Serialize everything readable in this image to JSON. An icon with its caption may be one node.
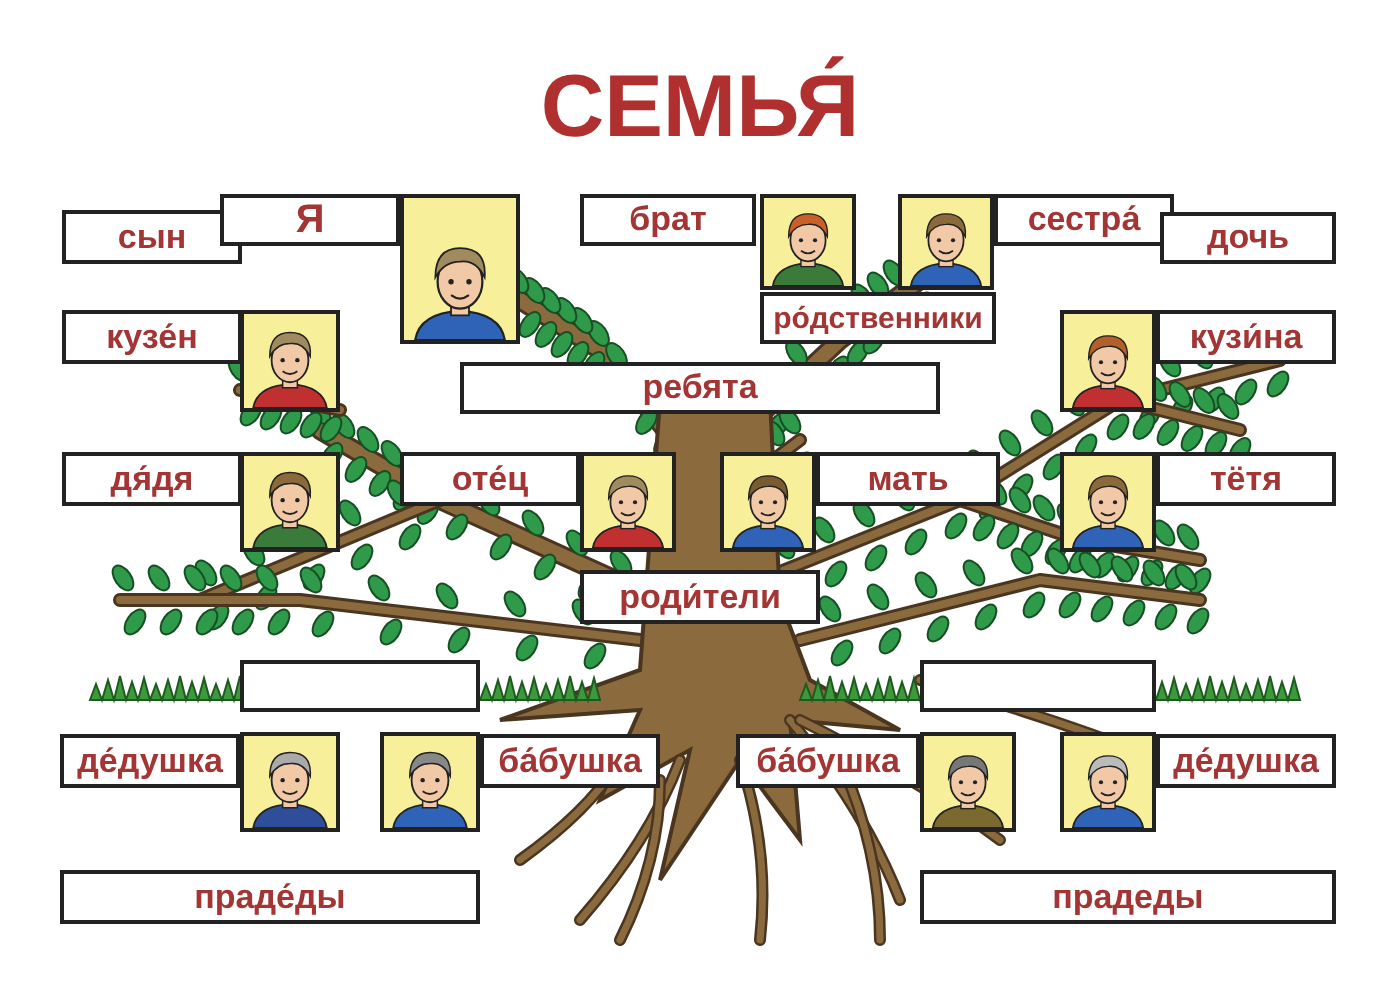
{
  "diagram": {
    "title": "СЕМЬЯ́",
    "nodes": [
      {
        "text": [
          "сын"
        ]
      },
      {
        "text": [
          "Я"
        ]
      },
      {
        "text": [],
        "shape": "person"
      },
      {
        "text": [
          "брат"
        ]
      },
      {
        "text": [],
        "shape": "person"
      },
      {
        "text": [],
        "shape": "person"
      },
      {
        "text": [
          "сестра́"
        ]
      },
      {
        "text": [
          "дочь"
        ]
      },
      {
        "text": [
          "кузе́н"
        ]
      },
      {
        "text": [],
        "shape": "person"
      },
      {
        "text": [
          "ро́дственники"
        ]
      },
      {
        "text": [],
        "shape": "person"
      },
      {
        "text": [
          "кузи́на"
        ]
      },
      {
        "text": [
          "ребята"
        ]
      },
      {
        "text": [
          "дя́дя"
        ]
      },
      {
        "text": [],
        "shape": "person"
      },
      {
        "text": [
          "оте́ц"
        ]
      },
      {
        "text": [],
        "shape": "person"
      },
      {
        "text": [],
        "shape": "person"
      },
      {
        "text": [
          "мать"
        ]
      },
      {
        "text": [],
        "shape": "person"
      },
      {
        "text": [
          "тётя"
        ]
      },
      {
        "text": [
          "роди́тели"
        ]
      },
      {
        "text": [],
        "shape": "box"
      },
      {
        "text": [],
        "shape": "box"
      },
      {
        "text": [
          "де́душка"
        ]
      },
      {
        "text": [],
        "shape": "person"
      },
      {
        "text": [],
        "shape": "person"
      },
      {
        "text": [
          "ба́бушка"
        ]
      },
      {
        "text": [
          "ба́бушка"
        ]
      },
      {
        "text": [],
        "shape": "person"
      },
      {
        "text": [],
        "shape": "person"
      },
      {
        "text": [
          "де́душка"
        ]
      },
      {
        "text": [
          "праде́ды"
        ]
      },
      {
        "text": [
          "прадеды"
        ]
      }
    ]
  }
}
